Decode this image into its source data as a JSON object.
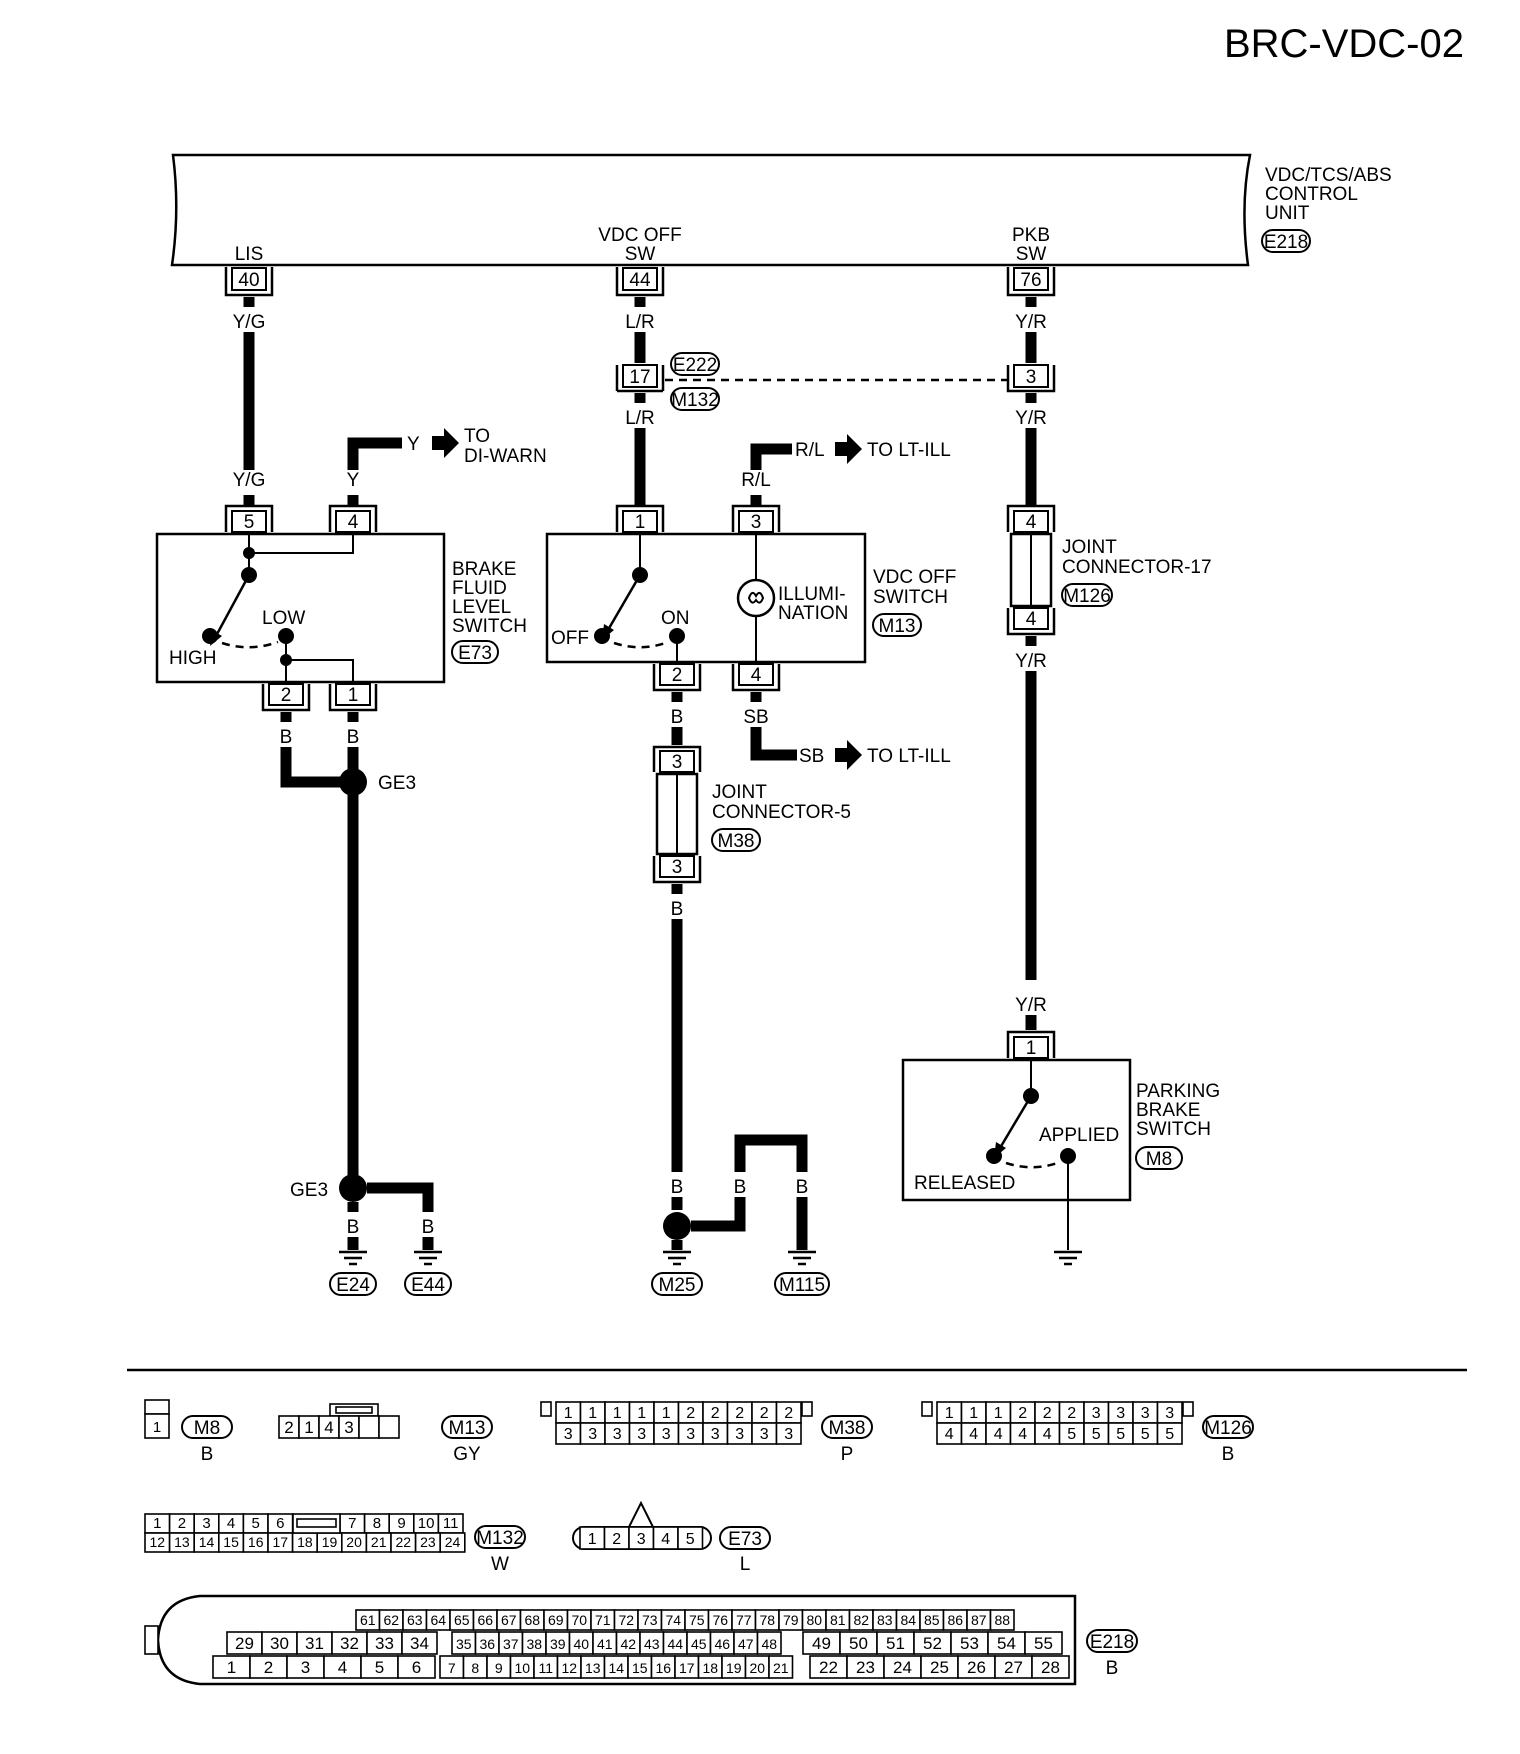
{
  "page_title": "BRC-VDC-02",
  "control_unit": {
    "name_lines": [
      "VDC/TCS/ABS",
      "CONTROL",
      "UNIT"
    ],
    "connector": "E218",
    "terminals": [
      {
        "id": "lis",
        "name_lines": [
          "LIS"
        ],
        "pin": "40"
      },
      {
        "id": "vdc-off-sw",
        "name_lines": [
          "VDC OFF",
          "SW"
        ],
        "pin": "44"
      },
      {
        "id": "pkb-sw",
        "name_lines": [
          "PKB",
          "SW"
        ],
        "pin": "76"
      }
    ]
  },
  "wire_colors": {
    "lis_top": "Y/G",
    "lis_bottom": "Y/G",
    "y_branch": "Y",
    "to_di_warn": "Y",
    "vdc_top": "L/R",
    "vdc_mid": "L/R",
    "rl_top": "R/L",
    "to_lt_ill_1": "R/L",
    "sb_pin4": "SB",
    "to_lt_ill_2": "SB",
    "pkb_top": "Y/R",
    "pkb_mid": "Y/R",
    "pkb_low": "Y/R",
    "pkb_bottom": "Y/R",
    "bf_pin2": "B",
    "bf_pin1": "B",
    "ge3_lower_b": "B",
    "e44_b": "B",
    "vdc_pin2_b": "B",
    "jc5_low_b": "B",
    "m25_b1": "B",
    "m25_b2": "B",
    "m115_b": "B"
  },
  "destinations": {
    "di_warn_lines": [
      "TO",
      "DI-WARN"
    ],
    "lt_ill_1": "TO LT-ILL",
    "lt_ill_2": "TO LT-ILL"
  },
  "relay_connector": {
    "pin": "17",
    "pin_right": "3",
    "tag_top": "E222",
    "tag_bottom": "M132"
  },
  "brake_fluid_level_switch": {
    "name_lines": [
      "BRAKE",
      "FLUID",
      "LEVEL",
      "SWITCH"
    ],
    "connector": "E73",
    "pins": {
      "top_left": "5",
      "top_right": "4",
      "bottom_left": "2",
      "bottom_right": "1"
    },
    "states": {
      "high": "HIGH",
      "low": "LOW"
    }
  },
  "vdc_off_switch": {
    "name_lines": [
      "VDC OFF",
      "SWITCH"
    ],
    "connector": "M13",
    "pins": {
      "top_left": "1",
      "top_right": "3",
      "bottom_left": "2",
      "bottom_right": "4"
    },
    "states": {
      "off": "OFF",
      "on": "ON"
    },
    "lamp_lines": [
      "ILLUMI-",
      "NATION"
    ]
  },
  "joint_connector_5": {
    "name_lines": [
      "JOINT",
      "CONNECTOR-5"
    ],
    "connector": "M38",
    "pin_top": "3",
    "pin_bottom": "3"
  },
  "joint_connector_17": {
    "name_lines": [
      "JOINT",
      "CONNECTOR-17"
    ],
    "connector": "M126",
    "pin_top": "4",
    "pin_bottom": "4"
  },
  "parking_brake_switch": {
    "name_lines": [
      "PARKING",
      "BRAKE",
      "SWITCH"
    ],
    "connector": "M8",
    "pin": "1",
    "states": {
      "released": "RELEASED",
      "applied": "APPLIED"
    }
  },
  "grounds": {
    "ge3_upper": "GE3",
    "ge3_lower": "GE3",
    "e24": "E24",
    "e44": "E44",
    "m25": "M25",
    "m115": "M115"
  },
  "connector_faces": {
    "m8": {
      "id": "M8",
      "color": "B",
      "cells": [
        "1"
      ]
    },
    "m13": {
      "id": "M13",
      "color": "GY",
      "cells": [
        "2",
        "1",
        "4",
        "3",
        "",
        ""
      ]
    },
    "m38": {
      "id": "M38",
      "color": "P",
      "row1": [
        "1",
        "1",
        "1",
        "1",
        "1",
        "2",
        "2",
        "2",
        "2",
        "2"
      ],
      "row2": [
        "3",
        "3",
        "3",
        "3",
        "3",
        "3",
        "3",
        "3",
        "3",
        "3"
      ]
    },
    "m126": {
      "id": "M126",
      "color": "B",
      "row1": [
        "1",
        "1",
        "1",
        "2",
        "2",
        "2",
        "3",
        "3",
        "3",
        "3"
      ],
      "row2": [
        "4",
        "4",
        "4",
        "4",
        "4",
        "5",
        "5",
        "5",
        "5",
        "5"
      ]
    },
    "m132": {
      "id": "M132",
      "color": "W",
      "row1_left": [
        "1",
        "2",
        "3",
        "4",
        "5",
        "6"
      ],
      "row1_right": [
        "7",
        "8",
        "9",
        "10",
        "11"
      ],
      "row2": [
        "12",
        "13",
        "14",
        "15",
        "16",
        "17",
        "18",
        "19",
        "20",
        "21",
        "22",
        "23",
        "24"
      ]
    },
    "e73": {
      "id": "E73",
      "color": "L",
      "cells": [
        "1",
        "2",
        "3",
        "4",
        "5"
      ]
    },
    "e218": {
      "id": "E218",
      "color": "B",
      "row1": [
        "61",
        "62",
        "63",
        "64",
        "65",
        "66",
        "67",
        "68",
        "69",
        "70",
        "71",
        "72",
        "73",
        "74",
        "75",
        "76",
        "77",
        "78",
        "79",
        "80",
        "81",
        "82",
        "83",
        "84",
        "85",
        "86",
        "87",
        "88"
      ],
      "row2_left": [
        "29",
        "30",
        "31",
        "32",
        "33",
        "34"
      ],
      "row2_mid": [
        "35",
        "36",
        "37",
        "38",
        "39",
        "40",
        "41",
        "42",
        "43",
        "44",
        "45",
        "46",
        "47",
        "48"
      ],
      "row2_right": [
        "49",
        "50",
        "51",
        "52",
        "53",
        "54",
        "55"
      ],
      "row3_left": [
        "1",
        "2",
        "3",
        "4",
        "5",
        "6"
      ],
      "row3_mid": [
        "7",
        "8",
        "9",
        "10",
        "11",
        "12",
        "13",
        "14",
        "15",
        "16",
        "17",
        "18",
        "19",
        "20",
        "21"
      ],
      "row3_right": [
        "22",
        "23",
        "24",
        "25",
        "26",
        "27",
        "28"
      ]
    }
  }
}
